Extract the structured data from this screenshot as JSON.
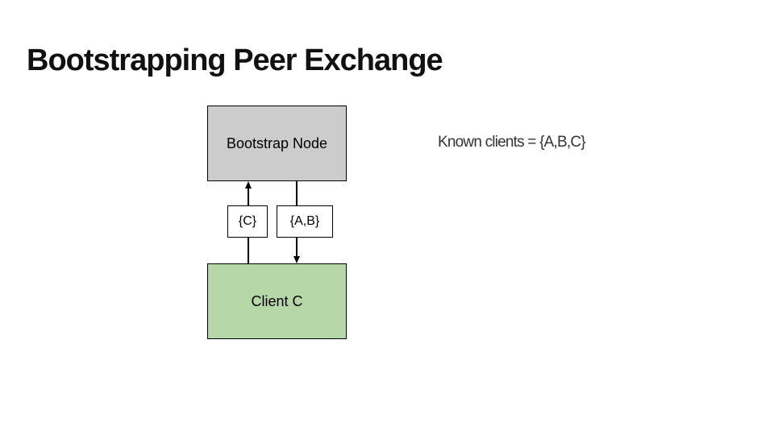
{
  "slide": {
    "title": "Bootstrapping Peer Exchange",
    "background": "#ffffff"
  },
  "diagram": {
    "bootstrap_node": {
      "label": "Bootstrap Node",
      "fill": "#cccccc"
    },
    "client_c": {
      "label": "Client C",
      "fill": "#b6d7a8"
    },
    "arrows": [
      {
        "from": "client_c",
        "to": "bootstrap_node",
        "direction": "up",
        "label": "{C}"
      },
      {
        "from": "bootstrap_node",
        "to": "client_c",
        "direction": "down",
        "label": "{A,B}"
      }
    ],
    "annotation": "Known clients = {A,B,C}"
  },
  "colors": {
    "bootstrap_fill": "#cccccc",
    "client_fill": "#b6d7a8",
    "box_border": "#000000",
    "title_text": "#111111",
    "annotation_text": "#333333",
    "arrow": "#000000"
  }
}
